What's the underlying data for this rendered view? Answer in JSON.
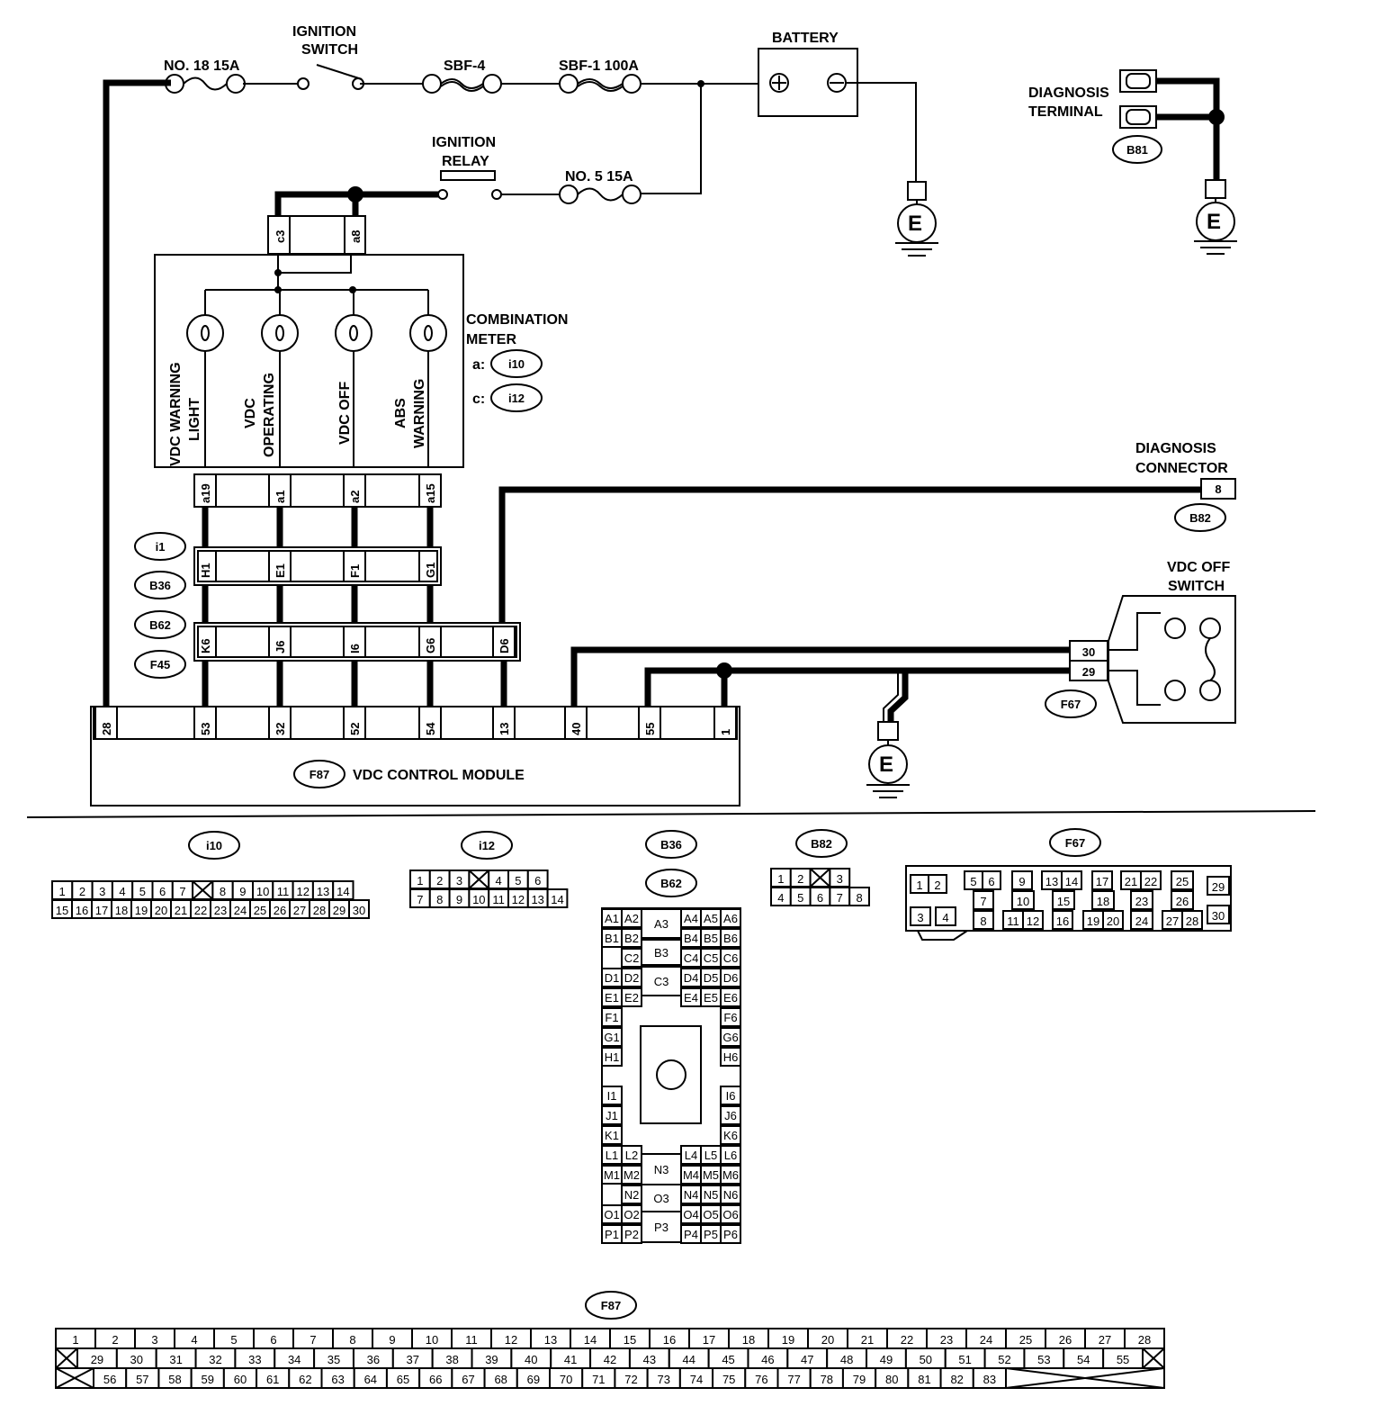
{
  "labels": {
    "no18": "NO. 18 15A",
    "ign_sw": "IGNITION",
    "ign_sw2": "SWITCH",
    "sbf4": "SBF-4",
    "sbf1": "SBF-1 100A",
    "battery": "BATTERY",
    "ign_relay": "IGNITION",
    "ign_relay2": "RELAY",
    "no5": "NO. 5 15A",
    "diag_terminal": "DIAGNOSIS",
    "diag_terminal2": "TERMINAL",
    "comb_meter": "COMBINATION",
    "comb_meter2": "METER",
    "a_ref": "a:",
    "c_ref": "c:",
    "diag_conn": "DIAGNOSIS",
    "diag_conn2": "CONNECTOR",
    "vdc_off_sw": "VDC OFF",
    "vdc_off_sw2": "SWITCH",
    "module": "VDC CONTROL MODULE",
    "earth": "E",
    "lamp1a": "VDC WARNING",
    "lamp1b": "LIGHT",
    "lamp2a": "VDC",
    "lamp2b": "OPERATING",
    "lamp3": "VDC OFF",
    "lamp4a": "ABS",
    "lamp4b": "WARNING"
  },
  "connectors": {
    "i10": "i10",
    "i12": "i12",
    "i1": "i1",
    "b36": "B36",
    "b62": "B62",
    "f45": "F45",
    "f67": "F67",
    "f87": "F87",
    "b81": "B81",
    "b82": "B82"
  },
  "pins": {
    "meter_top": [
      "c3",
      "a8"
    ],
    "meter_bottom": [
      "a19",
      "a1",
      "a2",
      "a15"
    ],
    "i1_row": [
      "H1",
      "E1",
      "F1",
      "G1"
    ],
    "b62_row": [
      "K6",
      "J6",
      "I6",
      "G6",
      "D6"
    ],
    "module_row": [
      "28",
      "53",
      "32",
      "52",
      "54",
      "13",
      "40",
      "55",
      "1"
    ],
    "diag_conn": "8",
    "f67_pins": [
      "30",
      "29"
    ]
  },
  "faces": {
    "i10_top": [
      "1",
      "2",
      "3",
      "4",
      "5",
      "6",
      "7",
      "",
      "8",
      "9",
      "10",
      "11",
      "12",
      "13",
      "14"
    ],
    "i10_bot": [
      "15",
      "16",
      "17",
      "18",
      "19",
      "20",
      "21",
      "22",
      "23",
      "24",
      "25",
      "26",
      "27",
      "28",
      "29",
      "30"
    ],
    "i12_top": [
      "1",
      "2",
      "3",
      "",
      "4",
      "5",
      "6"
    ],
    "i12_bot": [
      "7",
      "8",
      "9",
      "10",
      "11",
      "12",
      "13",
      "14"
    ],
    "b82_top": [
      "1",
      "2",
      "",
      "3"
    ],
    "b82_bot": [
      "4",
      "5",
      "6",
      "7",
      "8"
    ]
  },
  "f87_rows": {
    "r1": [
      "1",
      "2",
      "3",
      "4",
      "5",
      "6",
      "7",
      "8",
      "9",
      "10",
      "11",
      "12",
      "13",
      "14",
      "15",
      "16",
      "17",
      "18",
      "19",
      "20",
      "21",
      "22",
      "23",
      "24",
      "25",
      "26",
      "27",
      "28"
    ],
    "r2": [
      "29",
      "30",
      "31",
      "32",
      "33",
      "34",
      "35",
      "36",
      "37",
      "38",
      "39",
      "40",
      "41",
      "42",
      "43",
      "44",
      "45",
      "46",
      "47",
      "48",
      "49",
      "50",
      "51",
      "52",
      "53",
      "54",
      "55"
    ],
    "r3": [
      "56",
      "57",
      "58",
      "59",
      "60",
      "61",
      "62",
      "63",
      "64",
      "65",
      "66",
      "67",
      "68",
      "69",
      "70",
      "71",
      "72",
      "73",
      "74",
      "75",
      "76",
      "77",
      "78",
      "79",
      "80",
      "81",
      "82",
      "83"
    ]
  }
}
